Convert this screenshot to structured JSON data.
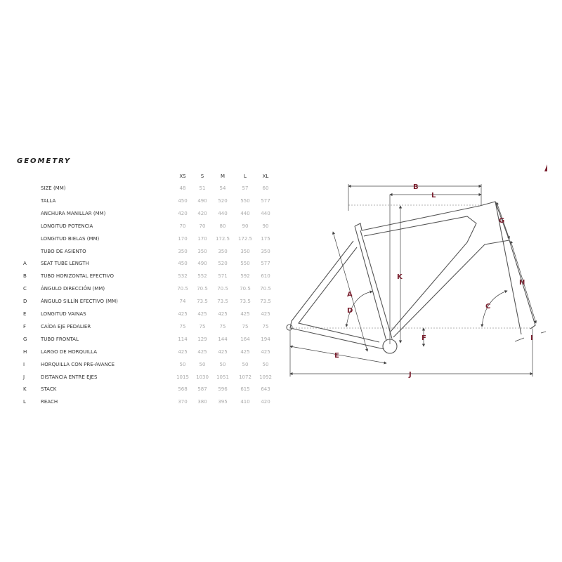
{
  "title": "GEOMETRY",
  "sizes": [
    "XS",
    "S",
    "M",
    "L",
    "XL"
  ],
  "rows": [
    {
      "letter": "",
      "label": "SIZE (MM)",
      "values": [
        "48",
        "51",
        "54",
        "57",
        "60"
      ]
    },
    {
      "letter": "",
      "label": "TALLA",
      "values": [
        "450",
        "490",
        "520",
        "550",
        "577"
      ]
    },
    {
      "letter": "",
      "label": "ANCHURA MANILLAR (MM)",
      "values": [
        "420",
        "420",
        "440",
        "440",
        "440"
      ]
    },
    {
      "letter": "",
      "label": "LONGITUD POTENCIA",
      "values": [
        "70",
        "70",
        "80",
        "90",
        "90"
      ]
    },
    {
      "letter": "",
      "label": "LONGITUD BIELAS (MM)",
      "values": [
        "170",
        "170",
        "172.5",
        "172.5",
        "175"
      ]
    },
    {
      "letter": "",
      "label": "TUBO DE ASIENTO",
      "values": [
        "350",
        "350",
        "350",
        "350",
        "350"
      ]
    },
    {
      "letter": "A",
      "label": "SEAT TUBE LENGTH",
      "values": [
        "450",
        "490",
        "520",
        "550",
        "577"
      ]
    },
    {
      "letter": "B",
      "label": "TUBO HORIZONTAL EFECTIVO",
      "values": [
        "532",
        "552",
        "571",
        "592",
        "610"
      ]
    },
    {
      "letter": "C",
      "label": "ÁNGULO DIRECCIÓN (MM)",
      "values": [
        "70.5",
        "70.5",
        "70.5",
        "70.5",
        "70.5"
      ]
    },
    {
      "letter": "D",
      "label": "ÁNGULO SILLÍN EFECTIVO (MM)",
      "values": [
        "74",
        "73.5",
        "73.5",
        "73.5",
        "73.5"
      ]
    },
    {
      "letter": "E",
      "label": "LONGITUD VAINAS",
      "values": [
        "425",
        "425",
        "425",
        "425",
        "425"
      ]
    },
    {
      "letter": "F",
      "label": "CAÍDA EJE PEDALIER",
      "values": [
        "75",
        "75",
        "75",
        "75",
        "75"
      ]
    },
    {
      "letter": "G",
      "label": "TUBO FRONTAL",
      "values": [
        "114",
        "129",
        "144",
        "164",
        "194"
      ]
    },
    {
      "letter": "H",
      "label": "LARGO DE HORQUILLA",
      "values": [
        "425",
        "425",
        "425",
        "425",
        "425"
      ]
    },
    {
      "letter": "I",
      "label": "HORQUILLA CON PRE-AVANCE",
      "values": [
        "50",
        "50",
        "50",
        "50",
        "50"
      ]
    },
    {
      "letter": "J",
      "label": "DISTANCIA ENTRE EJES",
      "values": [
        "1015",
        "1030",
        "1051",
        "1072",
        "1092"
      ]
    },
    {
      "letter": "K",
      "label": "STACK",
      "values": [
        "568",
        "587",
        "596",
        "615",
        "643"
      ]
    },
    {
      "letter": "L",
      "label": "REACH",
      "values": [
        "370",
        "380",
        "395",
        "410",
        "420"
      ]
    }
  ],
  "diagram_labels": {
    "A": "A",
    "B": "B",
    "C": "C",
    "D": "D",
    "E": "E",
    "F": "F",
    "G": "G",
    "H": "H",
    "I": "I",
    "J": "J",
    "K": "K",
    "L": "L"
  },
  "colors": {
    "dimension_label": "#7a1f2e",
    "frame_line": "#555555"
  }
}
